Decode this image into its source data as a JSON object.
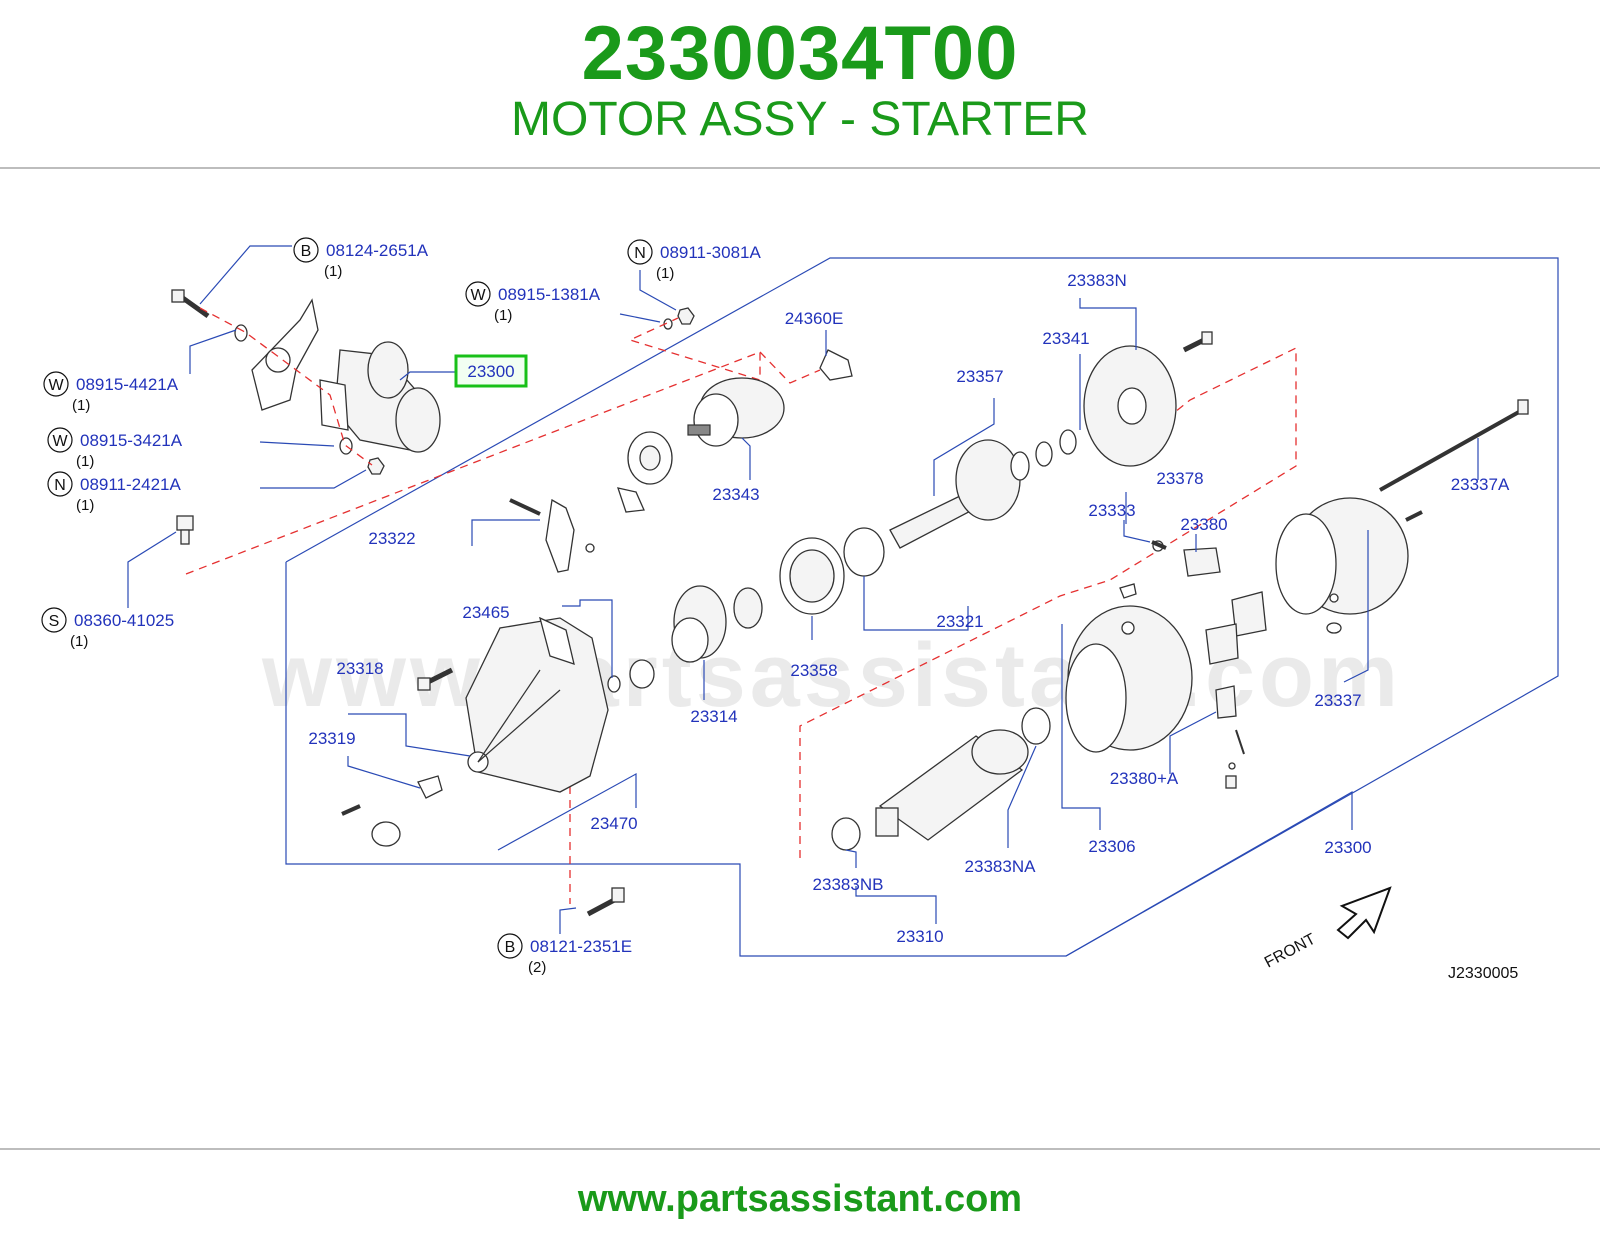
{
  "header": {
    "part_number": "2330034T00",
    "part_name": "MOTOR ASSY - STARTER"
  },
  "footer": {
    "url": "www.partsassistant.com"
  },
  "diagram": {
    "watermark": "www.partsassistant.com",
    "drawing_code": "J2330005",
    "front_label": "FRONT",
    "highlighted": "23300",
    "fasteners": [
      {
        "prefix": "B",
        "code": "08124-2651A",
        "qty": "(1)"
      },
      {
        "prefix": "N",
        "code": "08911-3081A",
        "qty": "(1)"
      },
      {
        "prefix": "W",
        "code": "08915-1381A",
        "qty": "(1)"
      },
      {
        "prefix": "W",
        "code": "08915-4421A",
        "qty": "(1)"
      },
      {
        "prefix": "W",
        "code": "08915-3421A",
        "qty": "(1)"
      },
      {
        "prefix": "N",
        "code": "08911-2421A",
        "qty": "(1)"
      },
      {
        "prefix": "S",
        "code": "08360-41025",
        "qty": "(1)"
      },
      {
        "prefix": "B",
        "code": "08121-2351E",
        "qty": "(2)"
      }
    ],
    "parts": [
      "24360E",
      "23383N",
      "23341",
      "23357",
      "23343",
      "23337A",
      "23378",
      "23333",
      "23380",
      "23322",
      "23465",
      "23318",
      "23319",
      "23314",
      "23358",
      "23321",
      "23337",
      "23470",
      "23380+A",
      "23306",
      "23300",
      "23383NA",
      "23383NB",
      "23310"
    ]
  }
}
